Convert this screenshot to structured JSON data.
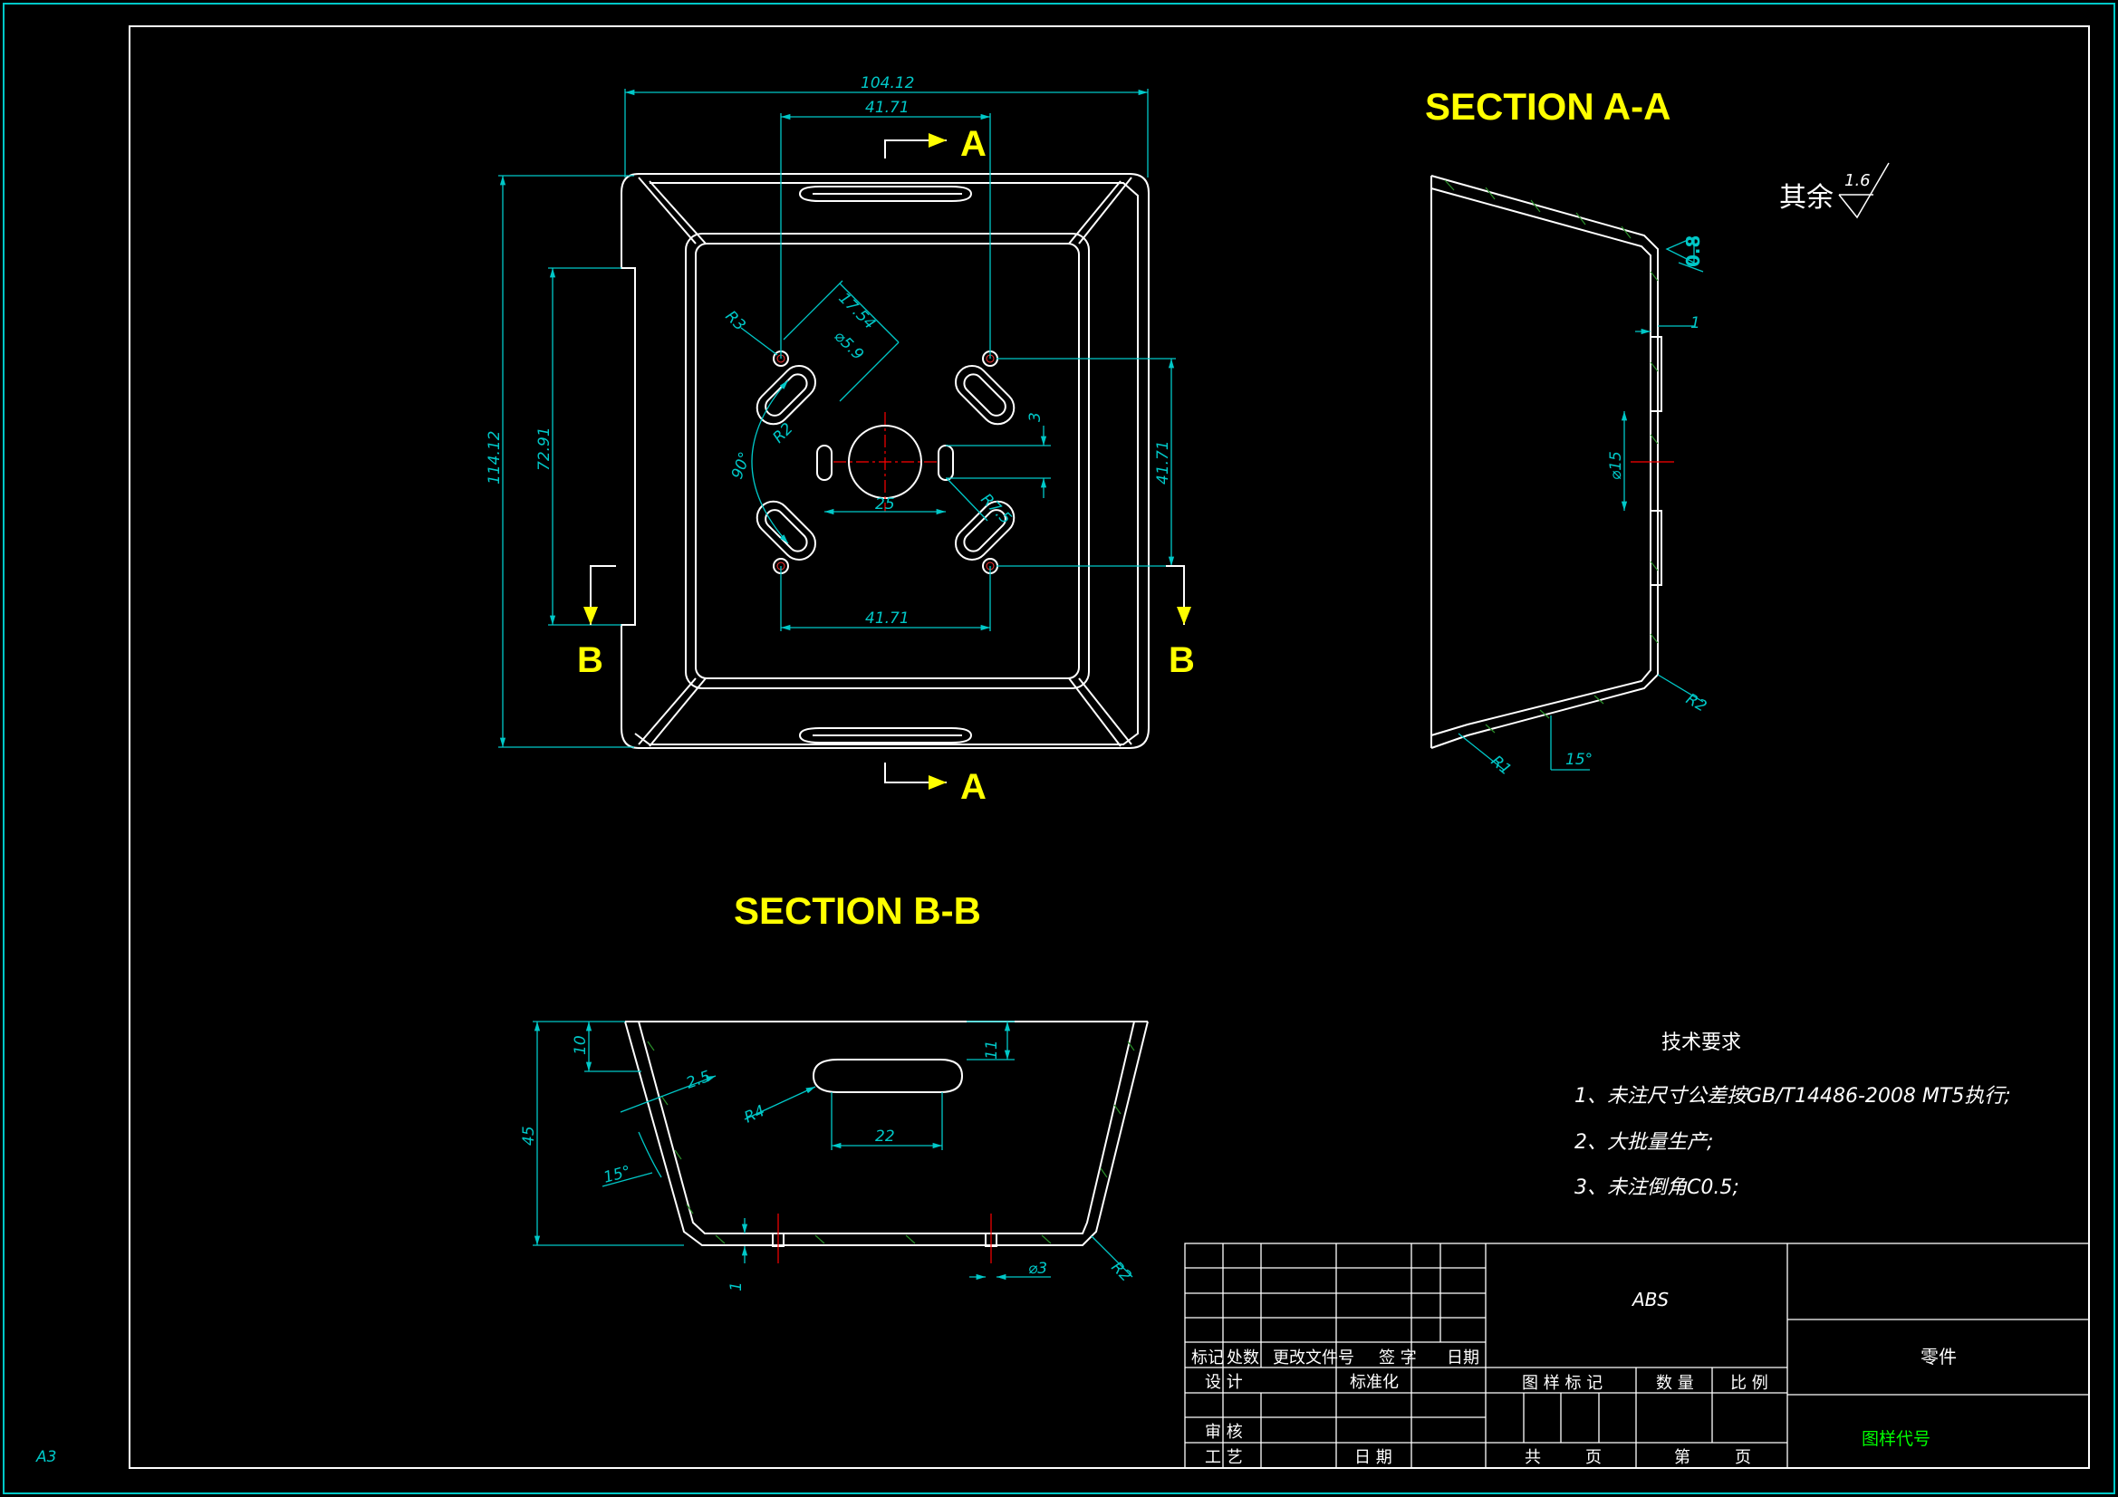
{
  "sheet": {
    "size_label": "A3"
  },
  "sections": {
    "section_aa": "SECTION A-A",
    "section_bb": "SECTION B-B",
    "cut_a": "A",
    "cut_b": "B"
  },
  "top_view_dims": {
    "overall_width": "104.12",
    "hole_spacing_top": "41.71",
    "hole_spacing_bottom": "41.71",
    "hole_spacing_right": "41.71",
    "overall_height": "114.12",
    "handle_height": "72.91",
    "slot_length": "17.54",
    "slot_dia": "⌀5.9",
    "r3": "R3",
    "r2": "R2",
    "angle": "90°",
    "r7_5": "R7.5",
    "slot_3": "3",
    "center_25": "25"
  },
  "section_aa_dims": {
    "wall": "1",
    "dia15": "⌀15",
    "r2": "R2",
    "r1": "R1",
    "angle": "15°",
    "roughness": "0.8"
  },
  "section_bb_dims": {
    "d10": "10",
    "d45": "45",
    "d2_5": "2.5",
    "r4": "R4",
    "a15": "15°",
    "d22": "22",
    "d11": "11",
    "d1": "1",
    "dia3": "⌀3",
    "r2": "R2"
  },
  "surface_note": {
    "text": "其余",
    "value": "1.6"
  },
  "technical_requirements": {
    "title": "技术要求",
    "items": [
      "1、未注尺寸公差按GB/T14486-2008 MT5执行;",
      "2、大批量生产;",
      "3、未注倒角C0.5;"
    ]
  },
  "title_block": {
    "material": "ABS",
    "part_name": "零件",
    "drawing_no": "图样代号",
    "headers": [
      "标记",
      "处数",
      "更改文件号",
      "签 字",
      "日期"
    ],
    "design": "设 计",
    "standardization": "标准化",
    "review": "审 核",
    "process": "工 艺",
    "date": "日 期",
    "drawing_mark": "图 样 标 记",
    "quantity": "数 量",
    "scale": "比 例",
    "total": "共",
    "page1": "页",
    "sheet_no": "第",
    "page2": "页"
  },
  "colors": {
    "outline": "#ffffff",
    "dimension": "#00c8c8",
    "label": "#ffff00",
    "hatch": "#2a8f2a",
    "centerline": "#ff0000",
    "drawing_no": "#00ff00"
  }
}
